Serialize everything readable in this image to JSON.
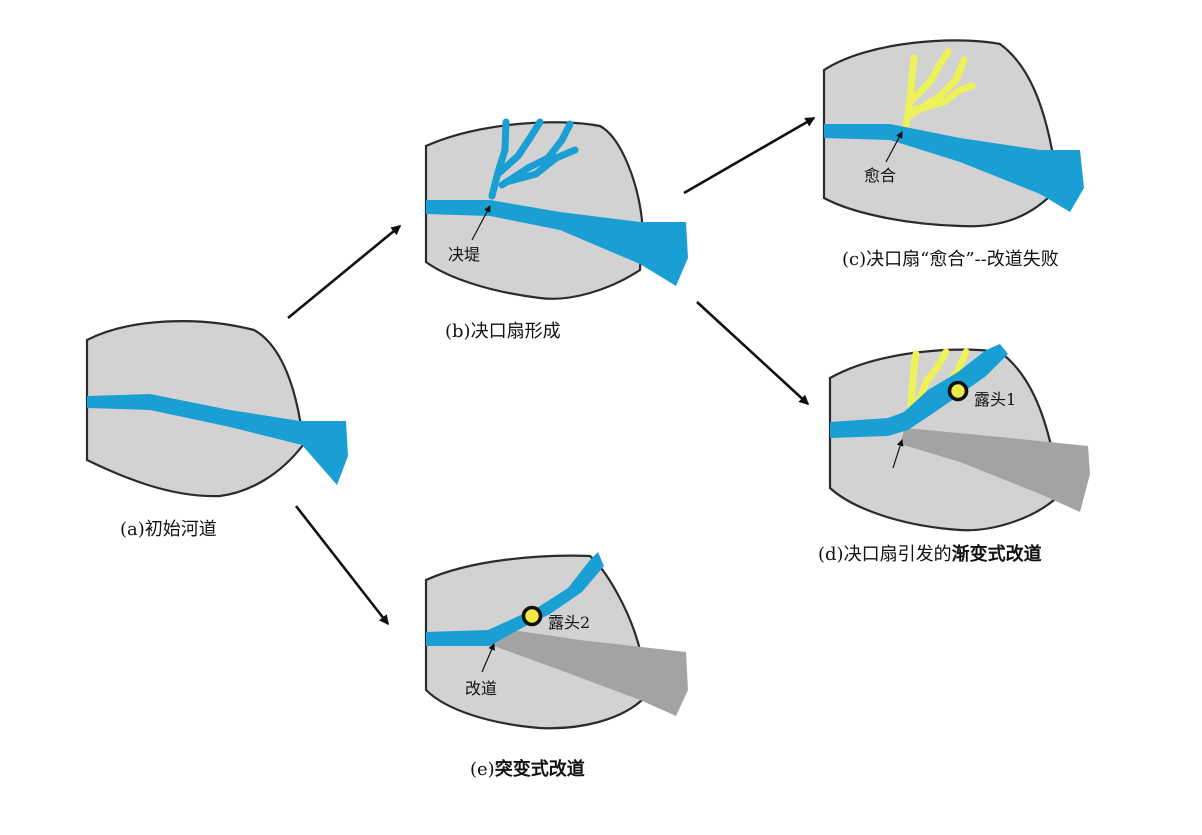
{
  "panels": {
    "a": {
      "caption": "(a)初始河道"
    },
    "b": {
      "caption": "(b)决口扇形成",
      "breach_label": "决堤"
    },
    "c": {
      "caption_prefix": "(c)决口扇“愈合”--改道失败",
      "heal_label": "愈合"
    },
    "d": {
      "caption_prefix": "(d)决口扇引发的",
      "caption_bold": "渐变式改道",
      "outcrop_label": "露头1"
    },
    "e": {
      "caption_prefix": "(e)",
      "caption_bold": "突变式改道",
      "outcrop_label": "露头2",
      "avulsion_label": "改道"
    }
  },
  "colors": {
    "land": "#d2d2d2",
    "outline": "#2b2b2b",
    "river": "#1a9fd4",
    "crevasse_fan_healed": "#eef25a",
    "abandoned_channel": "#a3a3a3",
    "outcrop_marker": "#f0e94a"
  },
  "icons": {
    "flow_arrow": "arrow-icon",
    "outcrop": "circle-marker-icon"
  }
}
